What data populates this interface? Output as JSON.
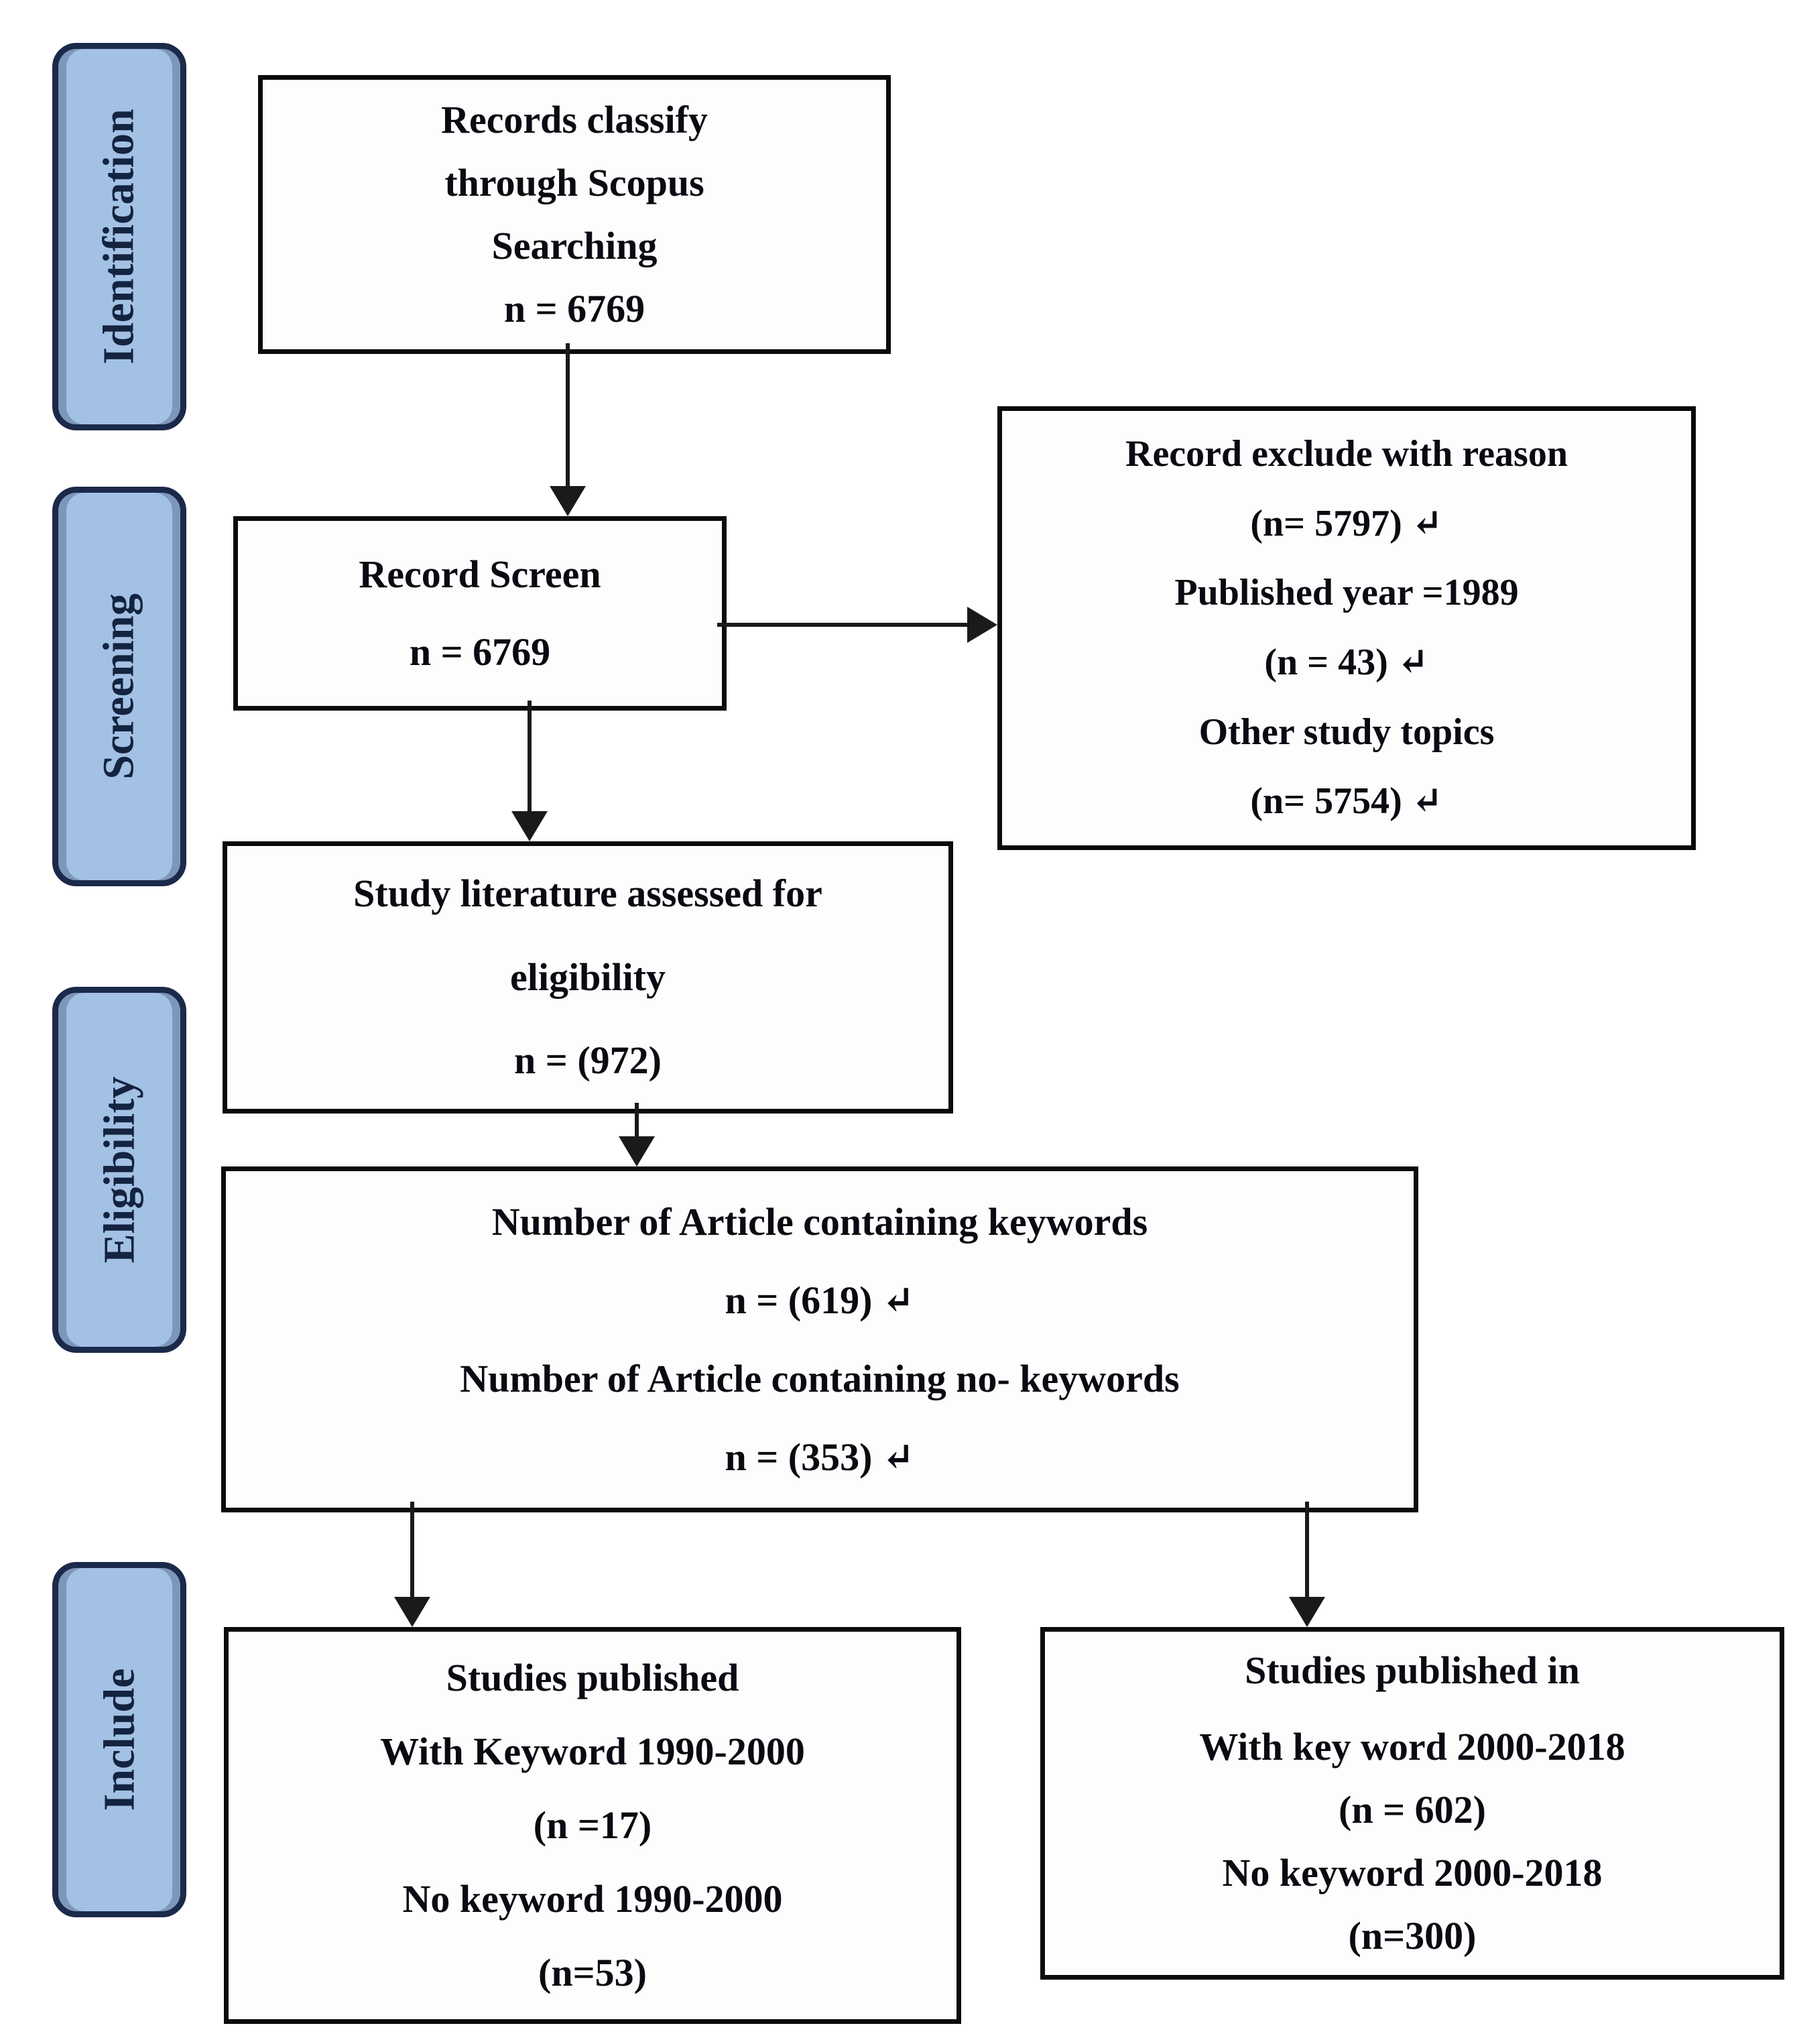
{
  "stages": {
    "identification": "Identification",
    "screening": "Screening",
    "eligibility": "Eligibility",
    "include": "Include"
  },
  "boxes": {
    "records_classify": {
      "lines": [
        "Records classify",
        "through Scopus",
        "Searching",
        "n = 6769"
      ]
    },
    "record_screen": {
      "lines": [
        "Record Screen",
        "n = 6769"
      ]
    },
    "record_exclude": {
      "lines": [
        "Record exclude with reason",
        "(n= 5797)  ↵",
        "Published year =1989",
        "(n = 43)  ↵",
        "Other study topics",
        "(n= 5754)  ↵"
      ]
    },
    "assessed": {
      "lines": [
        "Study literature assessed for",
        "eligibility",
        "n = (972)"
      ]
    },
    "keywords": {
      "lines": [
        "Number of Article containing keywords",
        "n = (619) ↵",
        "Number of Article containing no- keywords",
        "n = (353) ↵"
      ]
    },
    "published_1990_2000": {
      "lines": [
        "Studies published",
        "With Keyword 1990-2000",
        "(n =17)",
        "No keyword 1990-2000",
        "(n=53)"
      ]
    },
    "published_2000_2018": {
      "lines": [
        "Studies published in",
        "With key word 2000-2018",
        "(n = 602)",
        "No keyword 2000-2018",
        "(n=300)"
      ]
    }
  },
  "colors": {
    "stage_fill": "#a3c1e5",
    "stage_border": "#1b2a4a",
    "box_background": "#fdfdfd",
    "box_border": "#0a0a0a",
    "text": "#0a0a12",
    "arrow": "#1a1a1a",
    "background": "#ffffff"
  }
}
